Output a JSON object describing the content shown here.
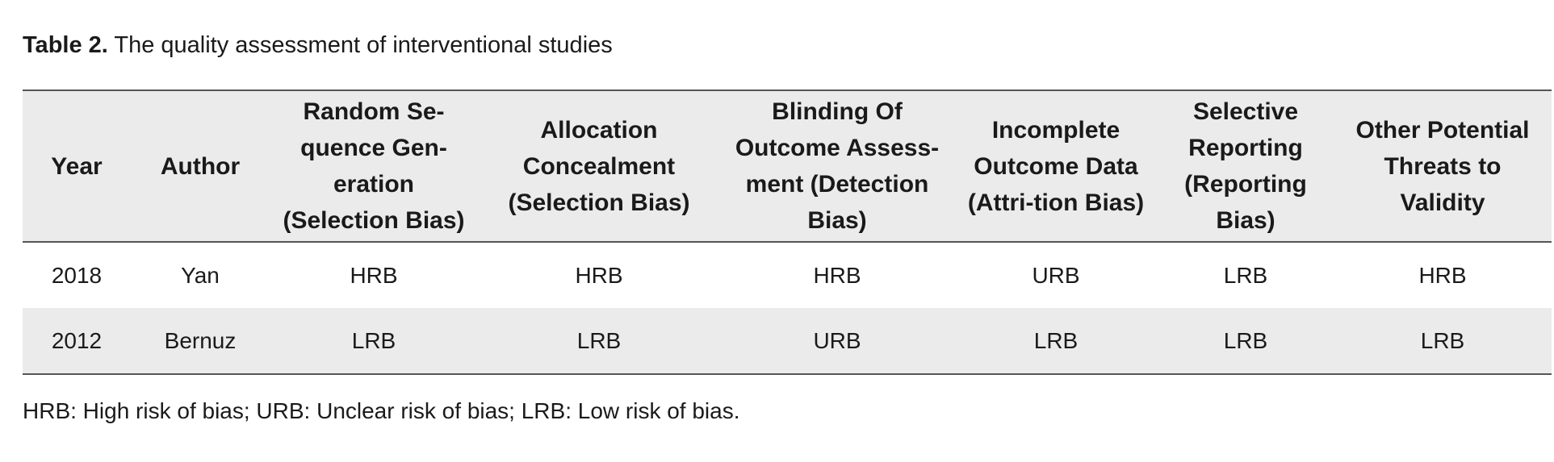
{
  "caption": {
    "label": "Table 2.",
    "text": " The quality assessment of interventional studies"
  },
  "table": {
    "headers": [
      "Year",
      "Author",
      "Random Se-quence Gen-eration (Selection Bias)",
      "Allocation Concealment (Selection Bias)",
      "Blinding Of Outcome Assess-ment (Detection Bias)",
      "Incomplete Outcome Data (Attri-tion Bias)",
      "Selective Reporting (Reporting Bias)",
      "Other Potential Threats to Validity"
    ],
    "rows": [
      [
        "2018",
        "Yan",
        "HRB",
        "HRB",
        "HRB",
        "URB",
        "LRB",
        "HRB"
      ],
      [
        "2012",
        "Bernuz",
        "LRB",
        "LRB",
        "URB",
        "LRB",
        "LRB",
        "LRB"
      ]
    ]
  },
  "footnote": "HRB: High risk of bias; URB: Unclear risk of bias; LRB: Low risk of bias."
}
